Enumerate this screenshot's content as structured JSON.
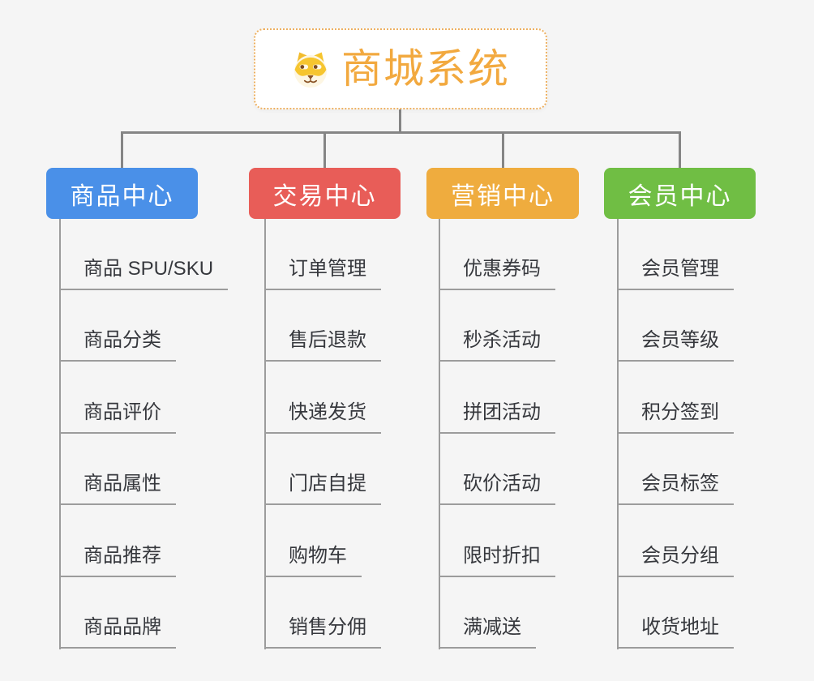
{
  "canvas": {
    "background": "#F5F5F5",
    "connector_color": "#858585",
    "leaf_line_color": "#9C9C9C",
    "leaf_text_color": "#36383D"
  },
  "root": {
    "title": "商城系统",
    "icon": "dog-face-icon",
    "title_color": "#F2A93F",
    "border_color": "#EDB061"
  },
  "branches": [
    {
      "label": "商品中心",
      "color": "#4A90E8",
      "items": [
        "商品 SPU/SKU",
        "商品分类",
        "商品评价",
        "商品属性",
        "商品推荐",
        "商品品牌"
      ]
    },
    {
      "label": "交易中心",
      "color": "#E85D58",
      "items": [
        "订单管理",
        "售后退款",
        "快递发货",
        "门店自提",
        "购物车",
        "销售分佣"
      ]
    },
    {
      "label": "营销中心",
      "color": "#EFAC3E",
      "items": [
        "优惠券码",
        "秒杀活动",
        "拼团活动",
        "砍价活动",
        "限时折扣",
        "满减送"
      ]
    },
    {
      "label": "会员中心",
      "color": "#70BE44",
      "items": [
        "会员管理",
        "会员等级",
        "积分签到",
        "会员标签",
        "会员分组",
        "收货地址"
      ]
    }
  ]
}
